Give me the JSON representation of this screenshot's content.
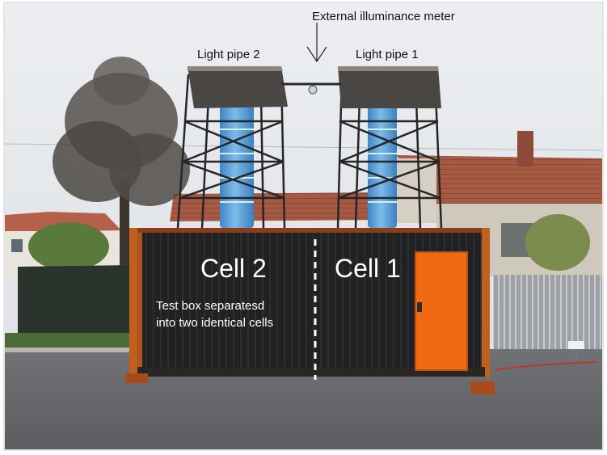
{
  "labels": {
    "external_meter": "External illuminance meter",
    "light_pipe_2": "Light pipe 2",
    "light_pipe_1": "Light pipe 1",
    "cell_2": "Cell 2",
    "cell_1": "Cell 1",
    "note_line1": "Test box separatesd",
    "note_line2": "into two identical cells"
  },
  "colors": {
    "sky": "#e9ebee",
    "container": "#1d1f21",
    "container_frame": "#b1541f",
    "door": "#ef6a12",
    "light_pipe": "#5aa5dd",
    "ground": "#66686b"
  }
}
